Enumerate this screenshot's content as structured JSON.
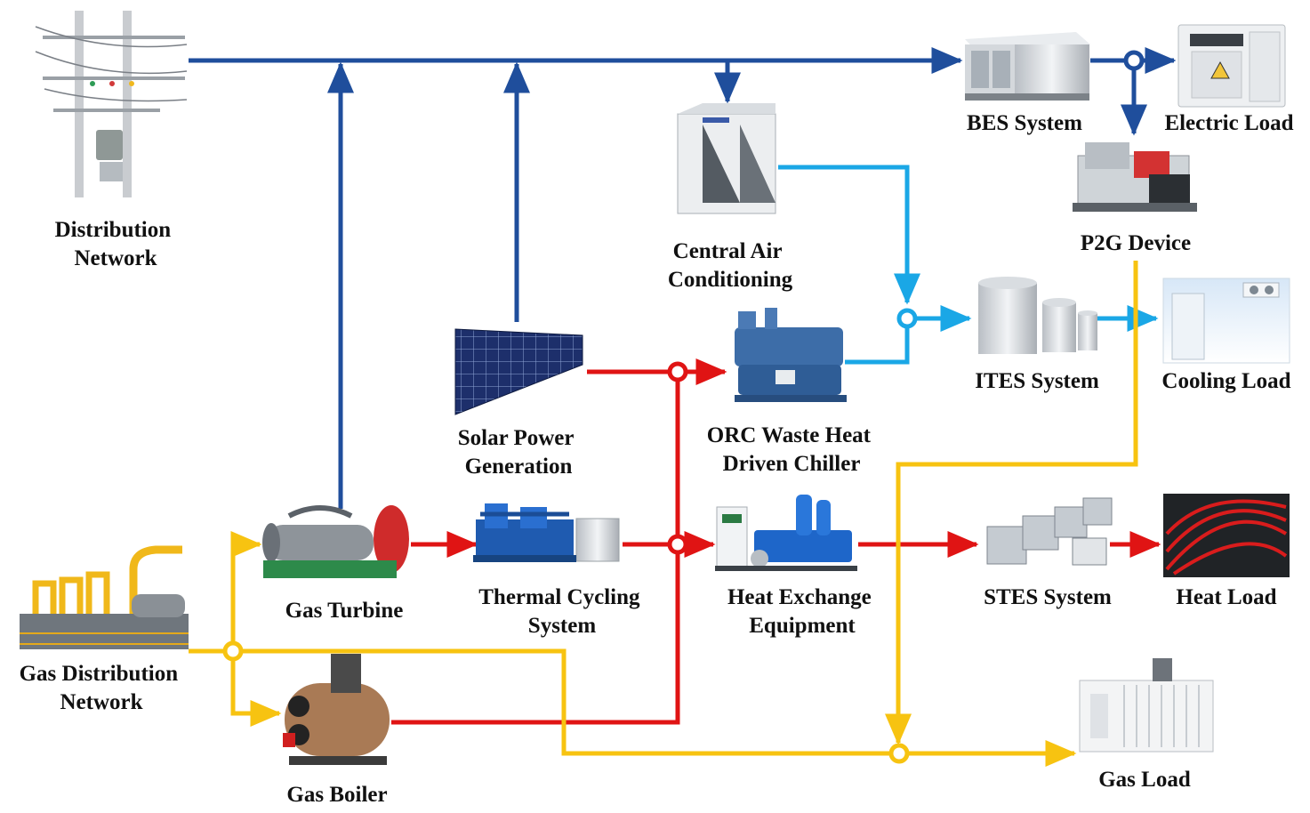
{
  "colors": {
    "electricity": "#1f4e9c",
    "cooling": "#1aa7e6",
    "heat": "#e01414",
    "gas": "#f7c311"
  },
  "nodes": {
    "distribution_network": [
      "Distribution",
      "Network"
    ],
    "bes_system": [
      "BES System"
    ],
    "electric_load": [
      "Electric Load"
    ],
    "central_air_conditioning": [
      "Central Air",
      "Conditioning"
    ],
    "p2g_device": [
      "P2G Device"
    ],
    "itees_system": [
      "ITES System"
    ],
    "cooling_load": [
      "Cooling Load"
    ],
    "solar_power_generation": [
      "Solar Power",
      "Generation"
    ],
    "orc_chiller": [
      "ORC Waste Heat",
      "Driven Chiller"
    ],
    "gas_turbine": [
      "Gas Turbine"
    ],
    "thermal_cycling_system": [
      "Thermal Cycling",
      "System"
    ],
    "heat_exchange_equipment": [
      "Heat Exchange",
      "Equipment"
    ],
    "stes_system": [
      "STES System"
    ],
    "heat_load": [
      "Heat Load"
    ],
    "gas_distribution_network": [
      "Gas Distribution",
      "Network"
    ],
    "gas_boiler": [
      "Gas Boiler"
    ],
    "gas_load": [
      "Gas Load"
    ]
  },
  "icons": [
    "power-pole-icon",
    "battery-cabinet-icon",
    "electric-load-cabinet-icon",
    "air-conditioner-icon",
    "generator-icon",
    "storage-tanks-icon",
    "cold-room-icon",
    "solar-panel-icon",
    "absorption-chiller-icon",
    "turbine-icon",
    "pump-skid-icon",
    "heat-exchanger-icon",
    "storage-modules-icon",
    "floor-heating-icon",
    "gas-pipeline-icon",
    "boiler-icon",
    "gas-genset-icon"
  ]
}
